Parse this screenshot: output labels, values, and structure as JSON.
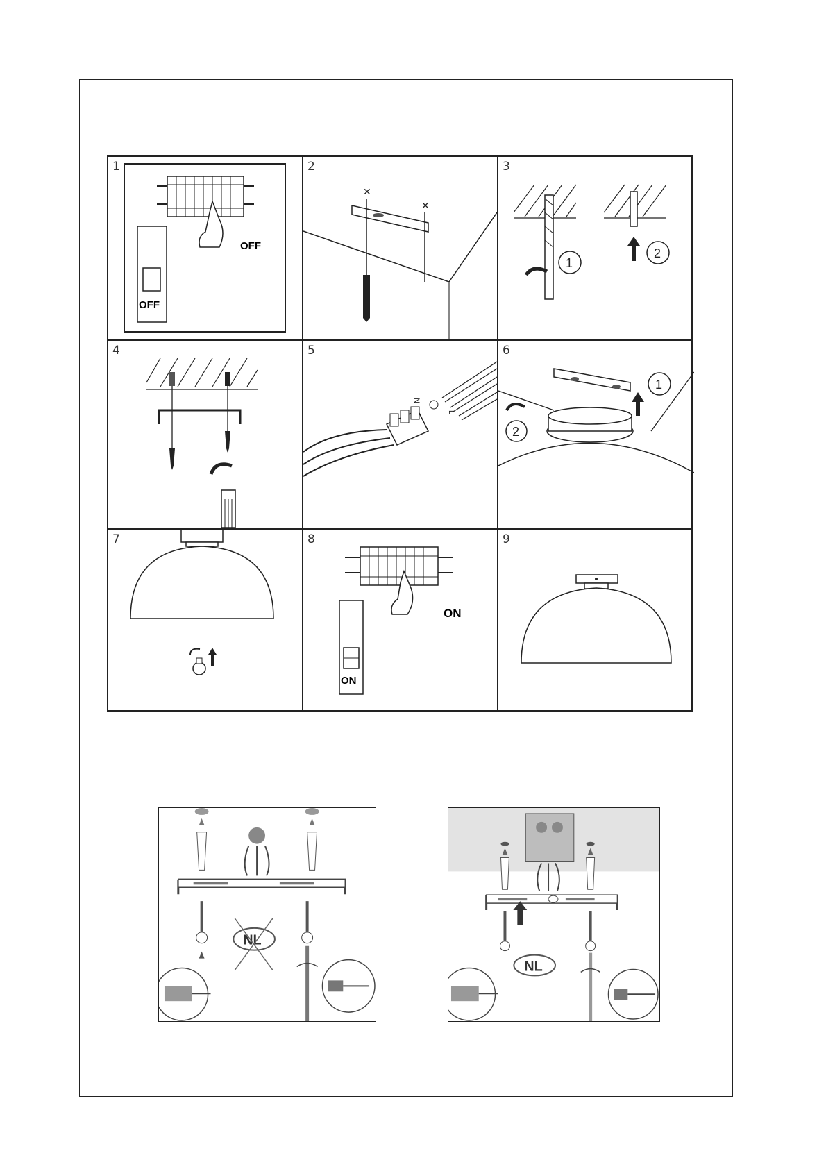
{
  "steps": [
    {
      "num": "1",
      "labels": [
        "OFF",
        "OFF"
      ]
    },
    {
      "num": "2",
      "labels": []
    },
    {
      "num": "3",
      "labels": [
        "1",
        "2"
      ]
    },
    {
      "num": "4",
      "labels": []
    },
    {
      "num": "5",
      "labels": [
        "N",
        "L"
      ]
    },
    {
      "num": "6",
      "labels": [
        "1",
        "2"
      ]
    },
    {
      "num": "7",
      "labels": []
    },
    {
      "num": "8",
      "labels": [
        "ON",
        "ON"
      ]
    },
    {
      "num": "9",
      "labels": []
    }
  ],
  "bottom_figures": [
    {
      "badge": "NL",
      "crossed": true
    },
    {
      "badge": "NL",
      "crossed": false
    }
  ]
}
